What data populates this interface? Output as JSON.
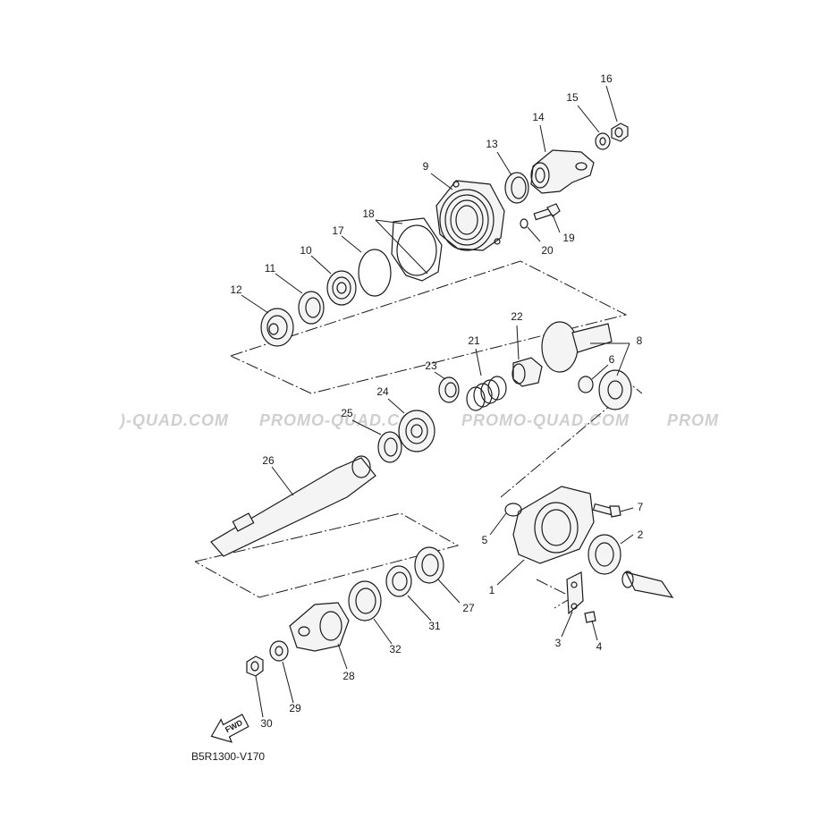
{
  "watermark": {
    "text_left": ")-QUAD.COM",
    "text_mid1": "PROMO-QUAD.COM",
    "text_mid2": "PROMO-QUAD.COM",
    "text_right": "PROM"
  },
  "diagram_code": "B5R1300-V170",
  "fwd_label": "FWD",
  "callouts": {
    "c1": "1",
    "c2": "2",
    "c3": "3",
    "c4": "4",
    "c5": "5",
    "c6": "6",
    "c7": "7",
    "c8": "8",
    "c9": "9",
    "c10": "10",
    "c11": "11",
    "c12": "12",
    "c13": "13",
    "c14": "14",
    "c15": "15",
    "c16": "16",
    "c17": "17",
    "c18": "18",
    "c19": "19",
    "c20": "20",
    "c21": "21",
    "c22": "22",
    "c23": "23",
    "c24": "24",
    "c25": "25",
    "c26": "26",
    "c27": "27",
    "c28": "28",
    "c29": "29",
    "c30": "30",
    "c31": "31",
    "c32": "32"
  }
}
